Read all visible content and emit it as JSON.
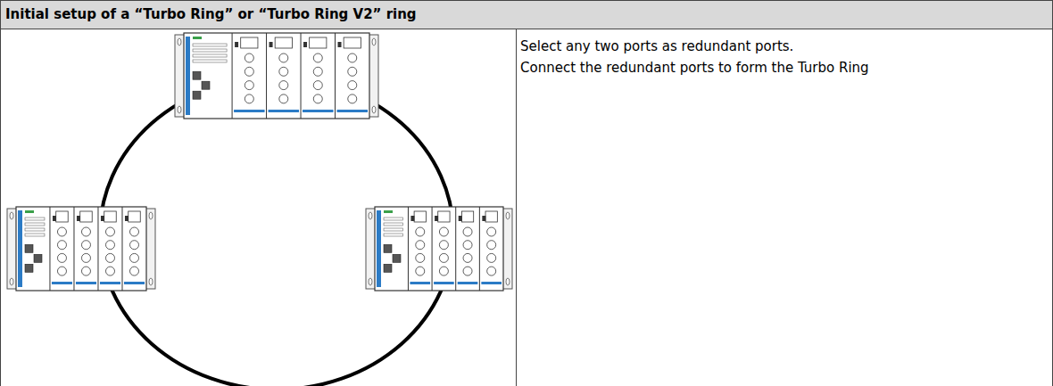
{
  "diagram": {
    "title": "Initial setup of a “Turbo Ring” or “Turbo Ring V2” ring",
    "labels": [
      "Select any two ports as redundant ports.",
      "Connect the redundant ports to form the Turbo Ring"
    ]
  }
}
